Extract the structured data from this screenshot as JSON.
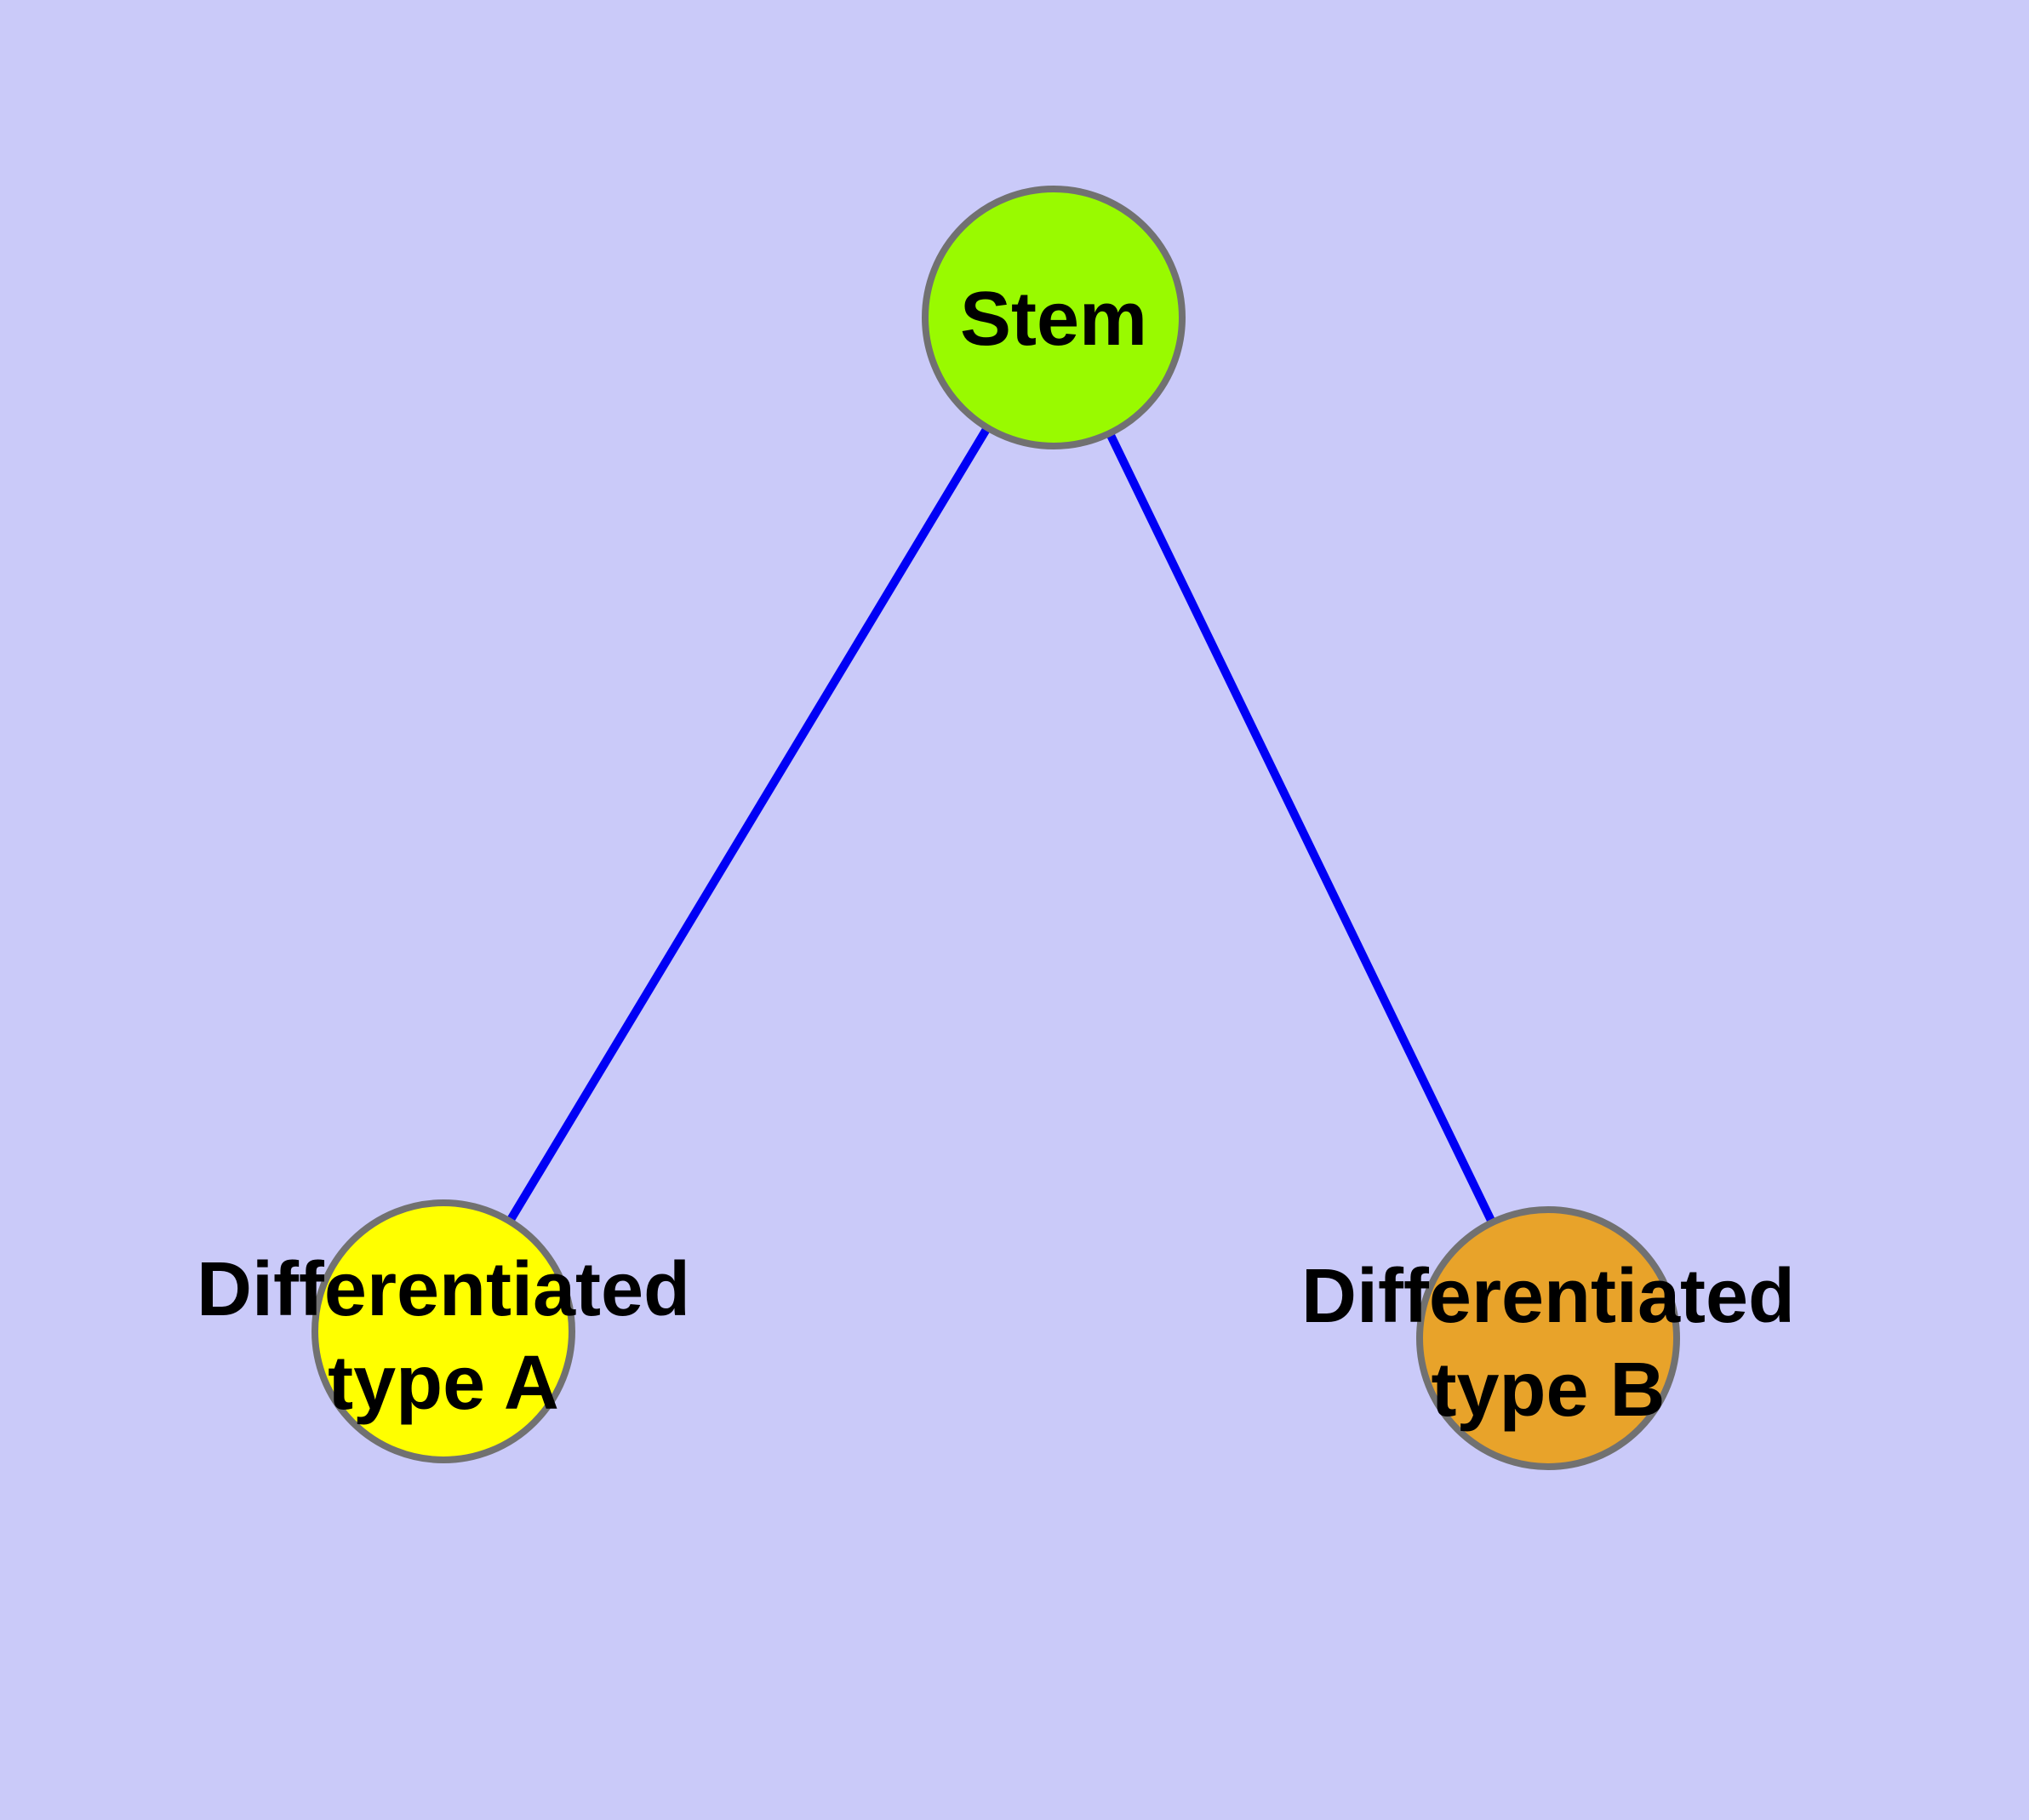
{
  "colors": {
    "background": "#CACAF9",
    "edge": "#0000F5",
    "node_border": "#717171",
    "label_text": "#000000"
  },
  "nodes": {
    "stem": {
      "label": "Stem",
      "fill": "#99FA00"
    },
    "type_a": {
      "line1": "Differentiated",
      "line2": "type A",
      "fill": "#FFFF00"
    },
    "type_b": {
      "line1": "Differentiated",
      "line2": "type B",
      "fill": "#E8A32A"
    }
  }
}
